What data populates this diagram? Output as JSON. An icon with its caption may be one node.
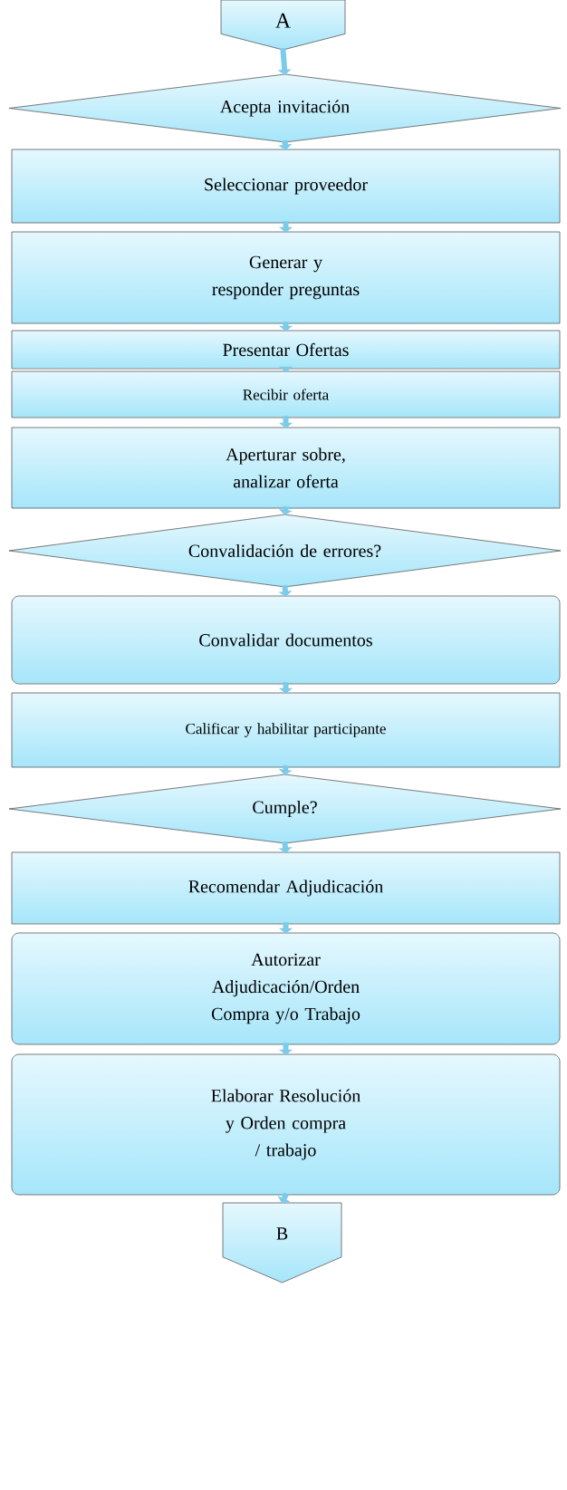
{
  "diagram": {
    "nodes": [
      {
        "text": [
          "A"
        ]
      },
      {
        "text": [
          "Acepta invitación"
        ]
      },
      {
        "text": [
          "Seleccionar proveedor"
        ]
      },
      {
        "text": [
          "Generar y responder preguntas"
        ]
      },
      {
        "text": [
          "Presentar Ofertas"
        ]
      },
      {
        "text": [
          "Recibir oferta"
        ]
      },
      {
        "text": [
          "Aperturar sobre, analizar oferta"
        ]
      },
      {
        "text": [
          "Convalidación de errores?"
        ]
      },
      {
        "text": [
          "Convalidar documentos"
        ]
      },
      {
        "text": [
          "Calificar y habilitar participante"
        ]
      },
      {
        "text": [
          "Cumple?"
        ]
      },
      {
        "text": [
          "Recomendar Adjudicación"
        ]
      },
      {
        "text": [
          "Autorizar Adjudicación/Orden Compra y/o Trabajo"
        ]
      },
      {
        "text": [
          "Elaborar Resolución y Orden compra / trabajo"
        ]
      },
      {
        "text": [
          "B"
        ]
      }
    ],
    "edges": [
      {
        "from": 0,
        "to": 1,
        "arrow": "to"
      },
      {
        "from": 1,
        "to": 2,
        "arrow": "to"
      },
      {
        "from": 2,
        "to": 3,
        "arrow": "to"
      },
      {
        "from": 3,
        "to": 4,
        "arrow": "to"
      },
      {
        "from": 4,
        "to": 5,
        "arrow": "to"
      },
      {
        "from": 5,
        "to": 6,
        "arrow": "to"
      },
      {
        "from": 6,
        "to": 7,
        "arrow": "to"
      },
      {
        "from": 7,
        "to": 8,
        "arrow": "to"
      },
      {
        "from": 8,
        "to": 9,
        "arrow": "to"
      },
      {
        "from": 9,
        "to": 10,
        "arrow": "to"
      },
      {
        "from": 10,
        "to": 11,
        "arrow": "to"
      },
      {
        "from": 11,
        "to": 12,
        "arrow": "to"
      },
      {
        "from": 12,
        "to": 13,
        "arrow": "to"
      },
      {
        "from": 13,
        "to": 14,
        "arrow": "to"
      }
    ]
  }
}
